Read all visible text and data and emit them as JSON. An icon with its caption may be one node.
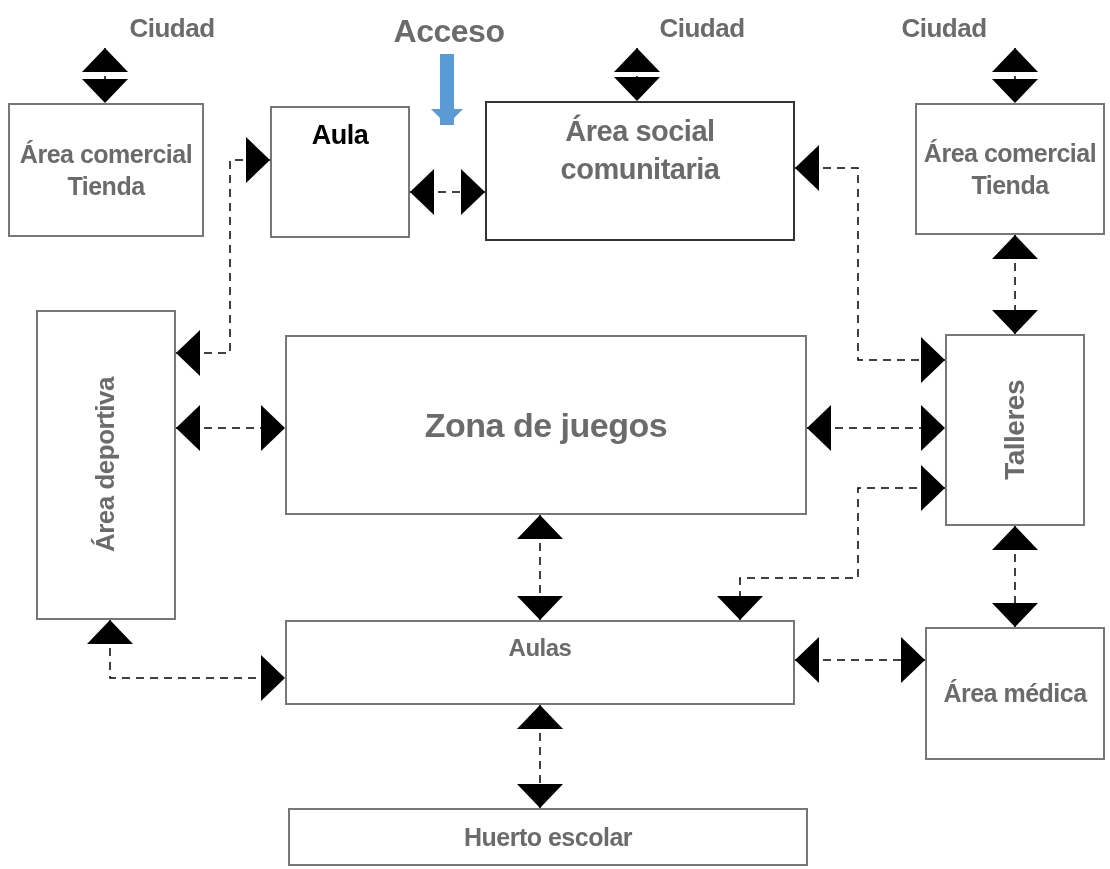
{
  "diagram": {
    "nodes": [
      {
        "text": [
          "Ciudad"
        ]
      },
      {
        "text": [
          "Acceso"
        ]
      },
      {
        "text": [
          "Ciudad"
        ]
      },
      {
        "text": [
          "Ciudad"
        ]
      },
      {
        "text": [
          "Área comercial Tienda"
        ]
      },
      {
        "text": [
          "Aula"
        ]
      },
      {
        "text": [
          "Área social comunitaria"
        ]
      },
      {
        "text": [
          "Área comercial Tienda"
        ]
      },
      {
        "text": [
          "Área deportiva"
        ]
      },
      {
        "text": [
          "Zona de juegos"
        ]
      },
      {
        "text": [
          "Talleres"
        ]
      },
      {
        "text": [
          "Aulas"
        ]
      },
      {
        "text": [
          "Área médica"
        ]
      },
      {
        "text": [
          "Huerto escolar"
        ]
      }
    ],
    "edges": [
      {
        "from": 0,
        "to": 4,
        "arrow": "both",
        "style": "dashed"
      },
      {
        "from": 2,
        "to": 6,
        "arrow": "both",
        "style": "dashed"
      },
      {
        "from": 3,
        "to": 7,
        "arrow": "both",
        "style": "dashed"
      },
      {
        "from": 1,
        "to": 5,
        "arrow": "to",
        "style": "thick",
        "color": "#5b9bd5"
      },
      {
        "from": 5,
        "to": 6,
        "arrow": "both",
        "style": "dashed"
      },
      {
        "from": 8,
        "to": 5,
        "arrow": "both",
        "style": "dashed"
      },
      {
        "from": 6,
        "to": 10,
        "arrow": "both",
        "style": "dashed"
      },
      {
        "from": 7,
        "to": 10,
        "arrow": "both",
        "style": "dashed"
      },
      {
        "from": 8,
        "to": 9,
        "arrow": "both",
        "style": "dashed"
      },
      {
        "from": 9,
        "to": 10,
        "arrow": "both",
        "style": "dashed"
      },
      {
        "from": 9,
        "to": 11,
        "arrow": "both",
        "style": "dashed"
      },
      {
        "from": 10,
        "to": 11,
        "arrow": "both",
        "style": "dashed"
      },
      {
        "from": 10,
        "to": 12,
        "arrow": "both",
        "style": "dashed"
      },
      {
        "from": 8,
        "to": 11,
        "arrow": "both",
        "style": "dashed"
      },
      {
        "from": 11,
        "to": 12,
        "arrow": "both",
        "style": "dashed"
      },
      {
        "from": 11,
        "to": 13,
        "arrow": "both",
        "style": "dashed"
      }
    ]
  }
}
